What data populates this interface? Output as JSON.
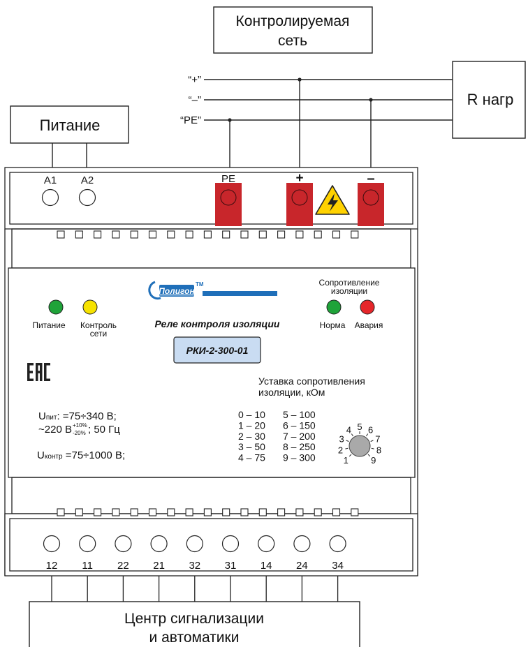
{
  "top_box": {
    "line1": "Контролируемая",
    "line2": "сеть"
  },
  "load_box": {
    "label": "R нагр"
  },
  "power_box": {
    "label": "Питание"
  },
  "bottom_box": {
    "line1": "Центр сигнализации",
    "line2": "и автоматики"
  },
  "wires": {
    "plus": "“+”",
    "minus": "“–”",
    "pe": "“PE”"
  },
  "top_terminals": {
    "a1": "A1",
    "a2": "A2",
    "pe": "PE",
    "plus": "+",
    "minus": "–"
  },
  "brand": {
    "name": "Полигон",
    "tm": "TM"
  },
  "leds": {
    "left_title": "",
    "power": "Питание",
    "control_l1": "Контроль",
    "control_l2": "сети",
    "right_title_l1": "Сопротивление",
    "right_title_l2": "изоляции",
    "norm": "Норма",
    "alarm": "Авария"
  },
  "device": {
    "title": "Реле контроля изоляции",
    "model": "РКИ-2-300-01",
    "eac": "EAC"
  },
  "specs": {
    "u_pit_sym": "U",
    "u_pit_sub": "пит",
    "u_pit_val": ":  =75÷340 В;",
    "ac_main": "~220 В",
    "ac_sup": "+10%",
    "ac_sub": "-20%",
    "ac_rest": "; 50 Гц",
    "u_kontr_sym": "U",
    "u_kontr_sub": "контр",
    "u_kontr_val": "  =75÷1000 В;"
  },
  "setpoint": {
    "title_l1": "Уставка сопротивления",
    "title_l2": "изоляции, кОм",
    "left": [
      "0 – 10",
      "1 – 20",
      "2 – 30",
      "3 – 50",
      "4 – 75"
    ],
    "right": [
      "5 – 100",
      "6 – 150",
      "7 – 200",
      "8 – 250",
      "9 – 300"
    ],
    "dial": [
      "1",
      "2",
      "3",
      "4",
      "5",
      "6",
      "7",
      "8",
      "9"
    ]
  },
  "bottom_terminals": [
    "12",
    "11",
    "22",
    "21",
    "32",
    "31",
    "14",
    "24",
    "34"
  ],
  "colors": {
    "terminal_red": "#c8262b",
    "led_green": "#1fa339",
    "led_yellow": "#f6e200",
    "led_red": "#e5262a",
    "model_bg": "#c9dcf2",
    "brand_blue": "#1f6fb9",
    "warning_yellow": "#ffd200"
  }
}
